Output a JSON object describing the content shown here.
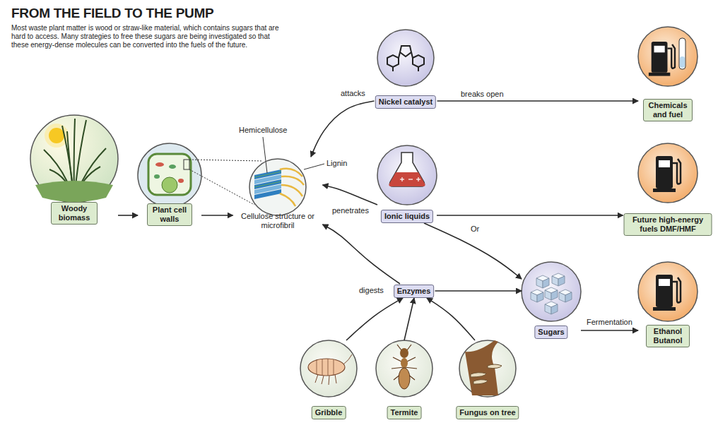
{
  "diagram": {
    "title": "FROM THE FIELD TO THE PUMP",
    "caption": "Most waste plant matter is wood or straw-like material, which contains sugars that are hard to access. Many strategies to free these sugars are being investigated so that these energy-dense molecules can be converted into the fuels of the future.",
    "nodes": [
      {
        "text": [
          "Woody biomass"
        ]
      },
      {
        "text": [
          "Plant cell walls"
        ]
      },
      {
        "text": [
          "Cellulose structure or microfibril"
        ]
      },
      {
        "text": [
          "Nickel catalyst"
        ]
      },
      {
        "text": [
          "Chemicals and fuel"
        ]
      },
      {
        "text": [
          "Ionic liquids"
        ]
      },
      {
        "text": [
          "Future high-energy fuels DMF/HMF"
        ]
      },
      {
        "text": [
          "Enzymes"
        ]
      },
      {
        "text": [
          "Sugars"
        ]
      },
      {
        "text": [
          "Ethanol Butanol"
        ]
      },
      {
        "text": [
          "Gribble"
        ]
      },
      {
        "text": [
          "Termite"
        ]
      },
      {
        "text": [
          "Fungus on tree"
        ]
      }
    ],
    "edges": [
      {
        "from": 0,
        "to": 1,
        "arrow": "to"
      },
      {
        "from": 1,
        "to": 2,
        "arrow": "to"
      },
      {
        "from": 3,
        "to": 2,
        "label": "attacks",
        "arrow": "to"
      },
      {
        "from": 3,
        "to": 4,
        "label": "breaks open",
        "arrow": "to"
      },
      {
        "from": 5,
        "to": 2,
        "label": "penetrates",
        "arrow": "to"
      },
      {
        "from": 5,
        "to": 6,
        "arrow": "to"
      },
      {
        "from": 5,
        "to": 8,
        "label": "Or",
        "arrow": "to"
      },
      {
        "from": 7,
        "to": 2,
        "label": "digests",
        "arrow": "to"
      },
      {
        "from": 7,
        "to": 8,
        "arrow": "to"
      },
      {
        "from": 8,
        "to": 9,
        "label": "Fermentation",
        "arrow": "to"
      },
      {
        "from": 10,
        "to": 7,
        "arrow": "to"
      },
      {
        "from": 11,
        "to": 7,
        "arrow": "to"
      },
      {
        "from": 12,
        "to": 7,
        "arrow": "to"
      }
    ],
    "labels": [
      "Hemicellulose",
      "Lignin"
    ]
  }
}
